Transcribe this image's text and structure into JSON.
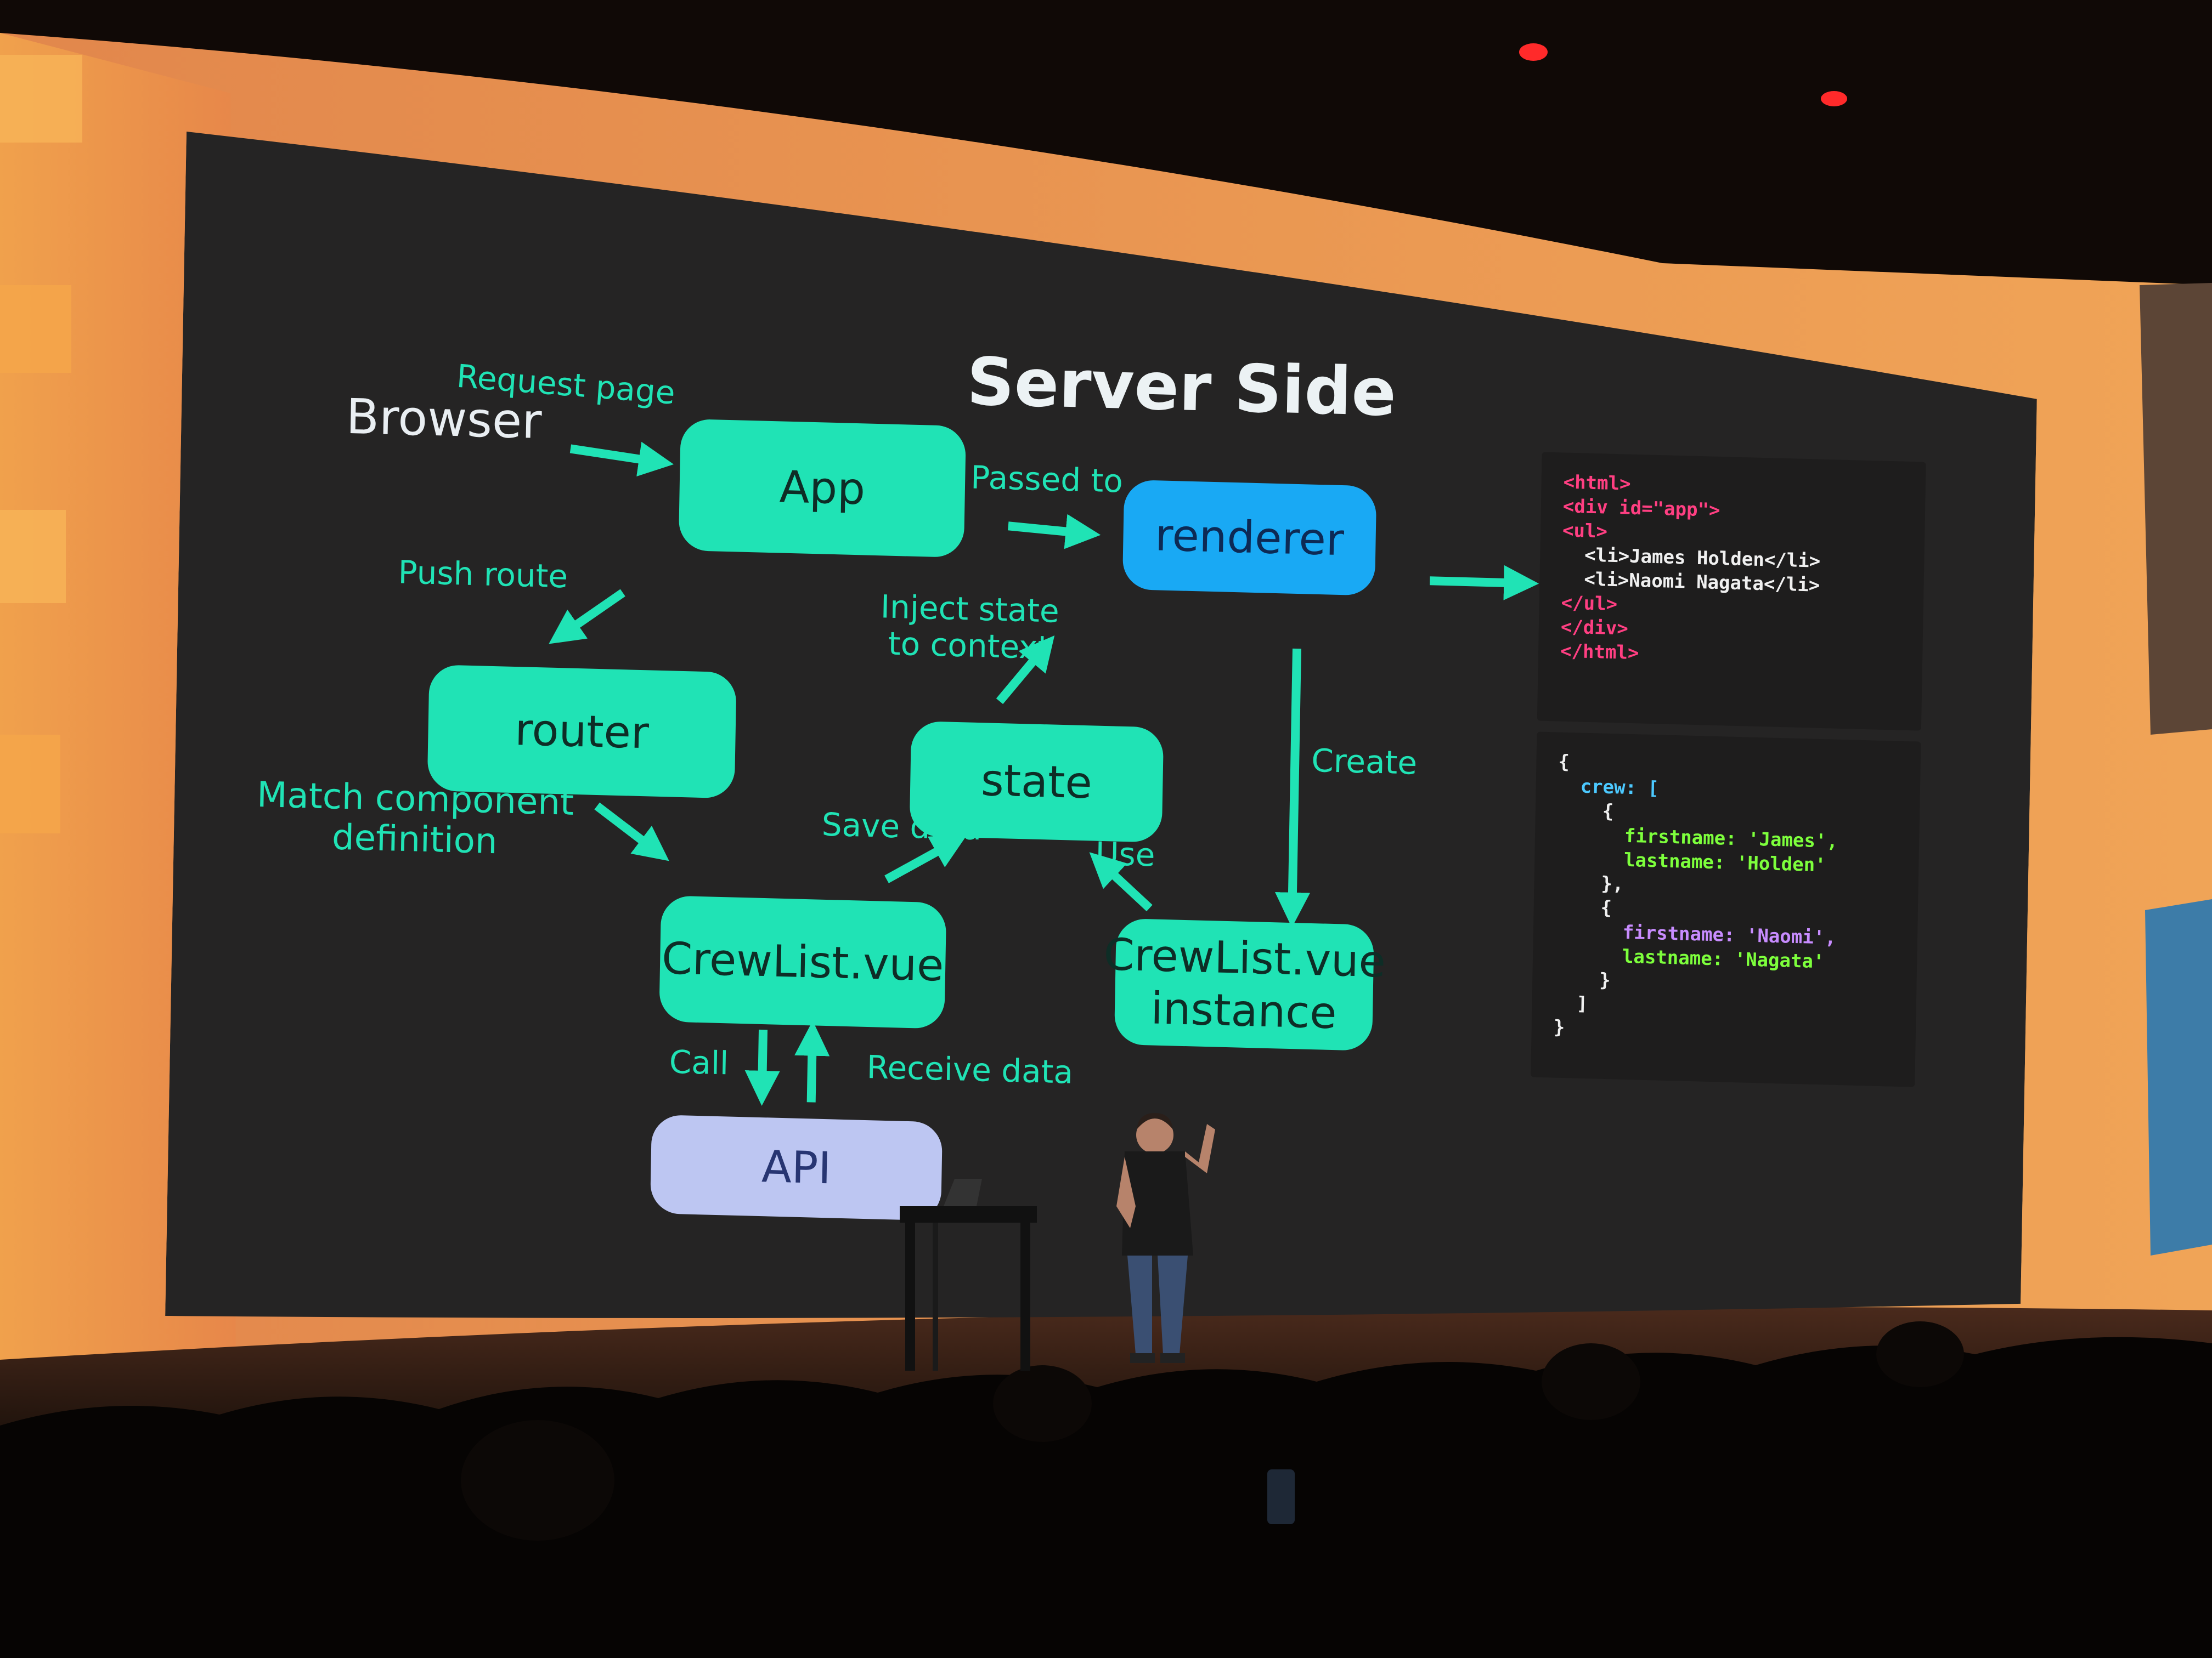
{
  "slide": {
    "title": "Server Side",
    "browser_label": "Browser",
    "nodes": {
      "app": "App",
      "renderer": "renderer",
      "router": "router",
      "state": "state",
      "crewlist": "CrewList.vue",
      "crewlist_instance": [
        "CrewList.vue",
        "instance"
      ],
      "api": "API"
    },
    "edges": {
      "request_page": "Request page",
      "passed_to": "Passed to",
      "push_route": "Push route",
      "inject_state": [
        "Inject state",
        "to context"
      ],
      "create": "Create",
      "match_component": [
        "Match component",
        "definition"
      ],
      "save_data": "Save data",
      "use": "Use",
      "call": "Call",
      "receive_data": "Receive data"
    },
    "html_code": [
      "<html>",
      "<div id=\"app\">",
      "<ul>",
      "<li>James Holden</li>",
      "<li>Naomi Nagata</li>",
      "</ul>",
      "</div>",
      "</html>"
    ],
    "json_code": [
      "{",
      "crew: [",
      "{",
      "firstname: 'James',",
      "lastname: 'Holden'",
      "},",
      "{",
      "firstname: 'Naomi',",
      "lastname: 'Nagata'",
      "}",
      "]",
      "}"
    ]
  },
  "colors": {
    "node_green": "#20e3b5",
    "node_blue": "#19a9f4",
    "node_lavender": "#bdc6f2",
    "slide_bg": "#252424",
    "code_tag": "#ff3f82",
    "code_string": "#7dff3c",
    "code_key": "#4cc9ff"
  }
}
